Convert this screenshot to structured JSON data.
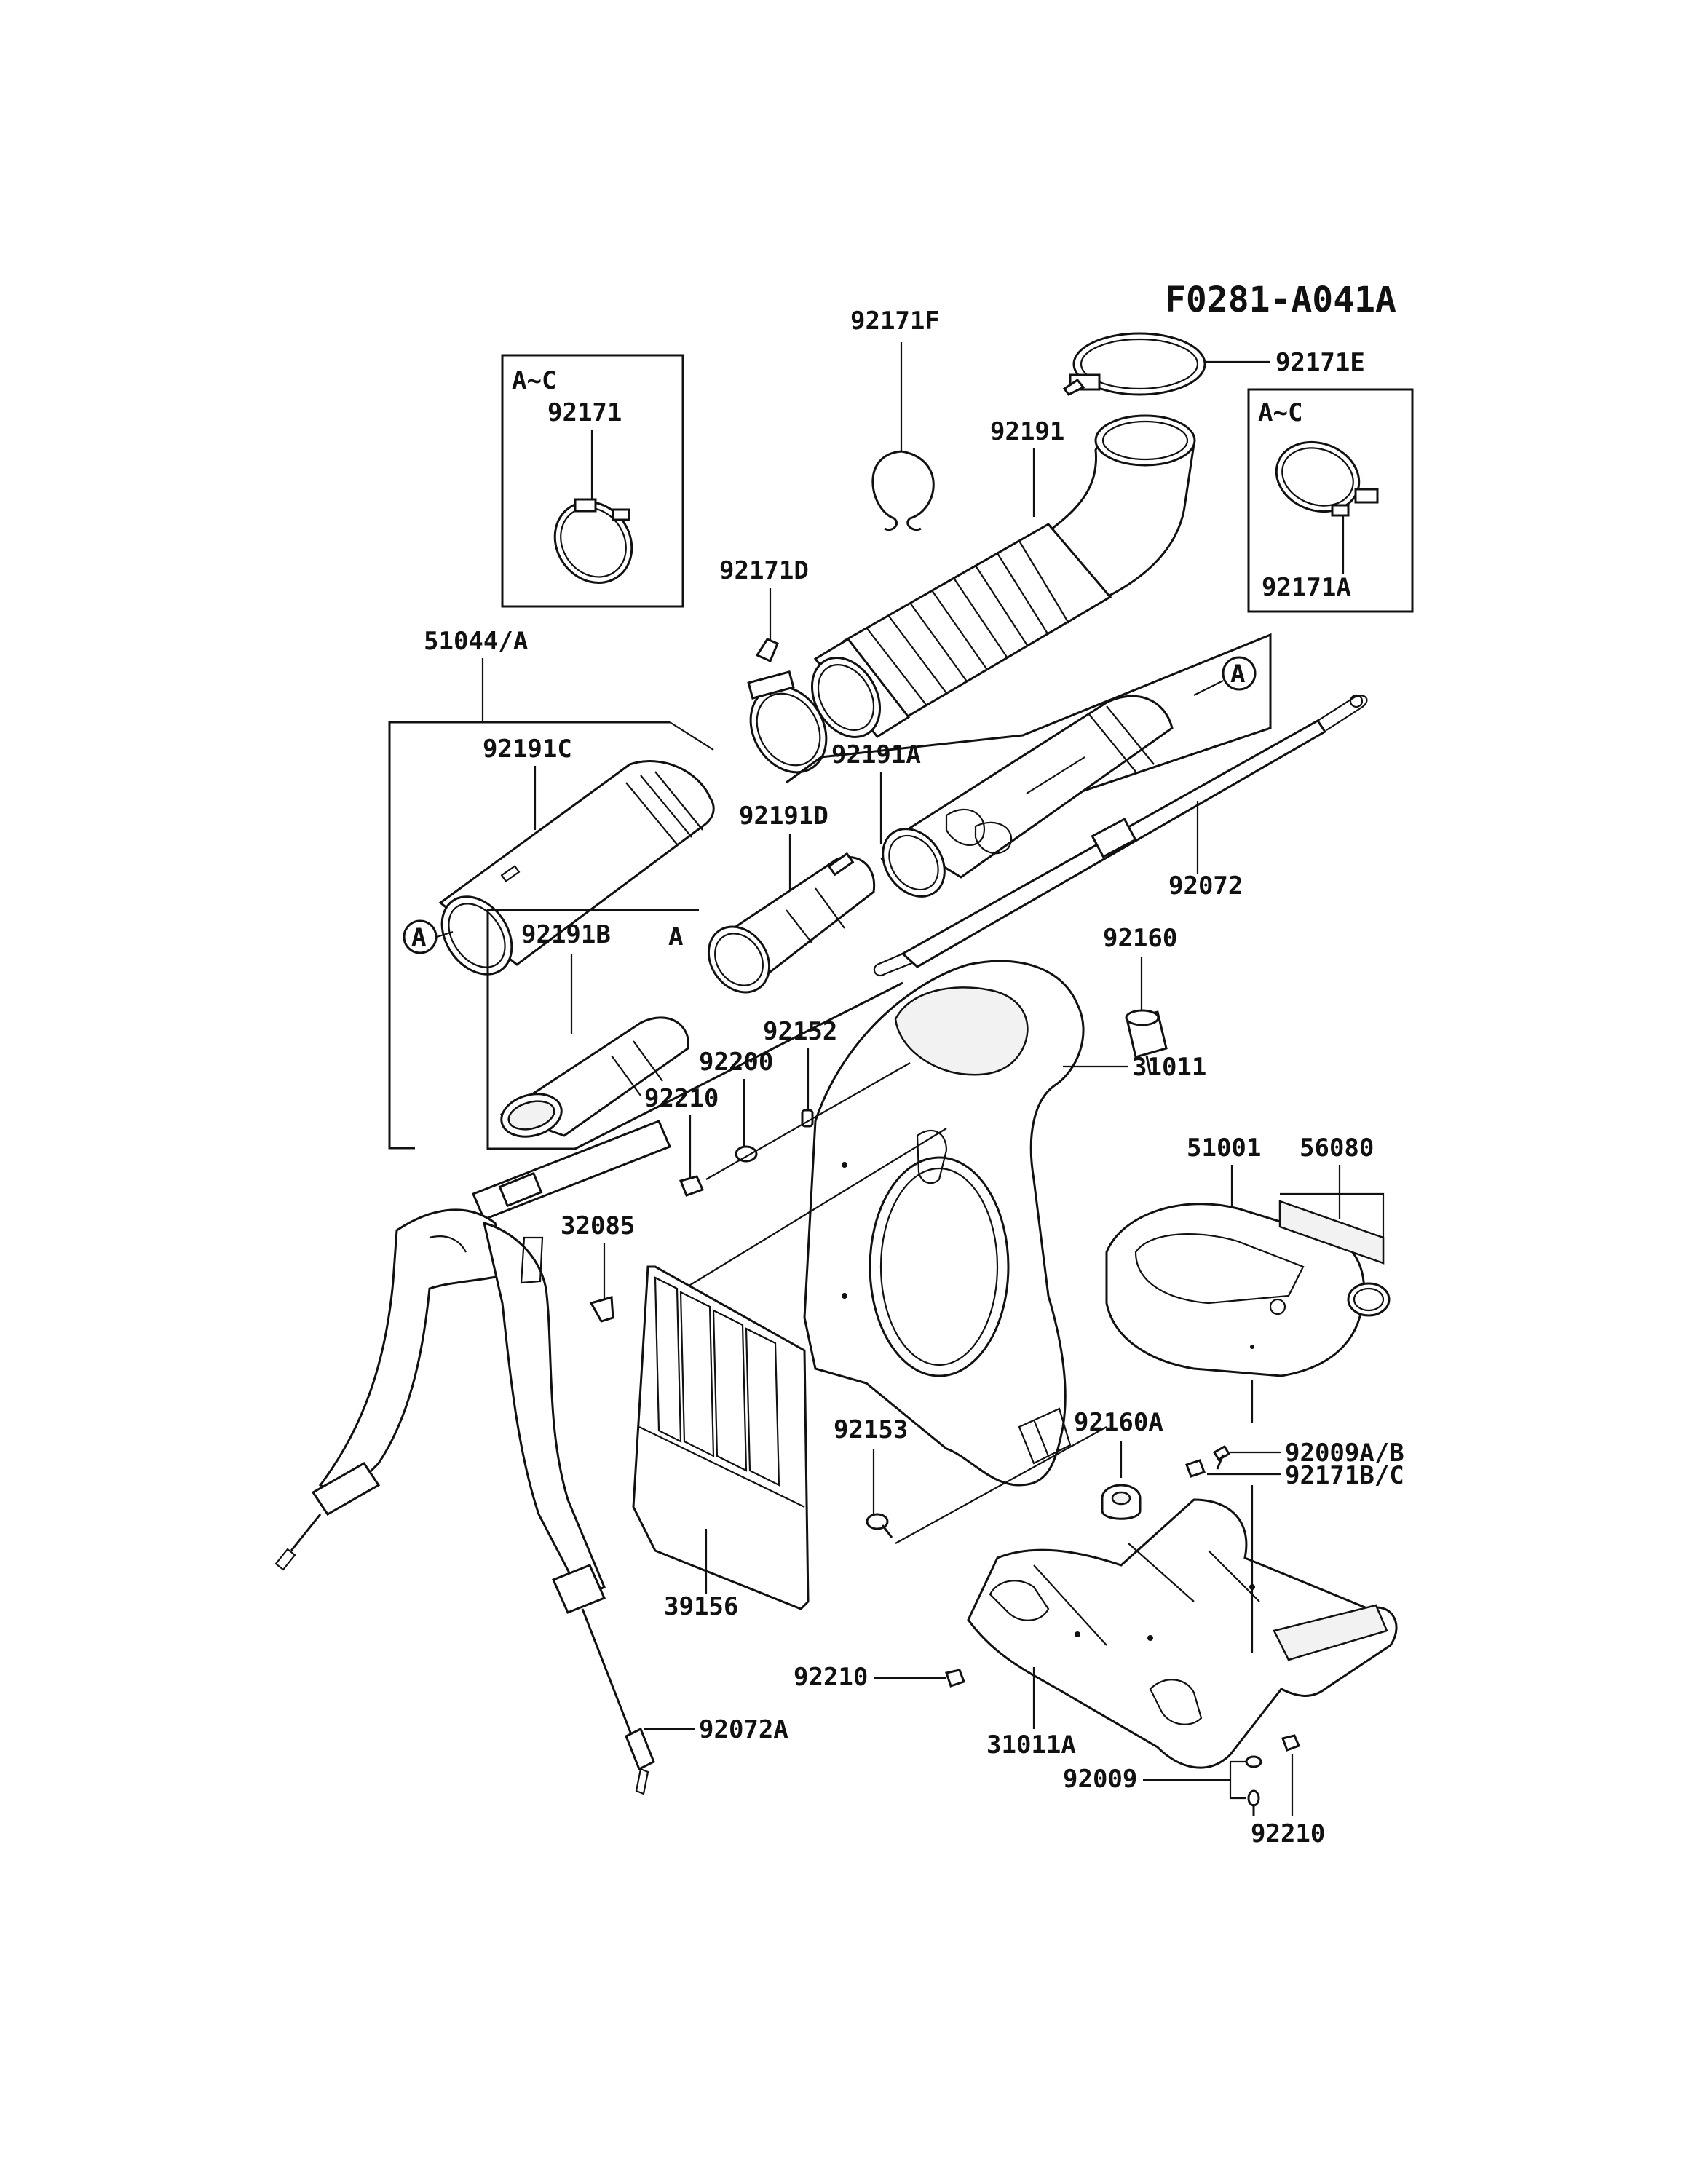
{
  "diagram_id": "F0281-A041A",
  "labels": {
    "l_92171F": "92171F",
    "l_92171E": "92171E",
    "l_92191": "92191",
    "l_92171": "92171",
    "l_92171A": "92171A",
    "l_92171D": "92171D",
    "l_51044A": "51044/A",
    "l_92191C": "92191C",
    "l_92191A": "92191A",
    "l_92191D": "92191D",
    "l_92072": "92072",
    "l_92191B": "92191B",
    "l_92160": "92160",
    "l_92152": "92152",
    "l_92200": "92200",
    "l_92210a": "92210",
    "l_31011": "31011",
    "l_51001": "51001",
    "l_56080": "56080",
    "l_32085": "32085",
    "l_92160A": "92160A",
    "l_92153": "92153",
    "l_92009AB": "92009A/B",
    "l_92171BC": "92171B/C",
    "l_39156": "39156",
    "l_92210b": "92210",
    "l_92072A": "92072A",
    "l_31011A": "31011A",
    "l_92009": "92009",
    "l_92210c": "92210"
  },
  "box_tags": {
    "box1": "A~C",
    "box2": "A~C",
    "inner": "A"
  },
  "ref_markers": {
    "top": "A",
    "left": "A"
  }
}
